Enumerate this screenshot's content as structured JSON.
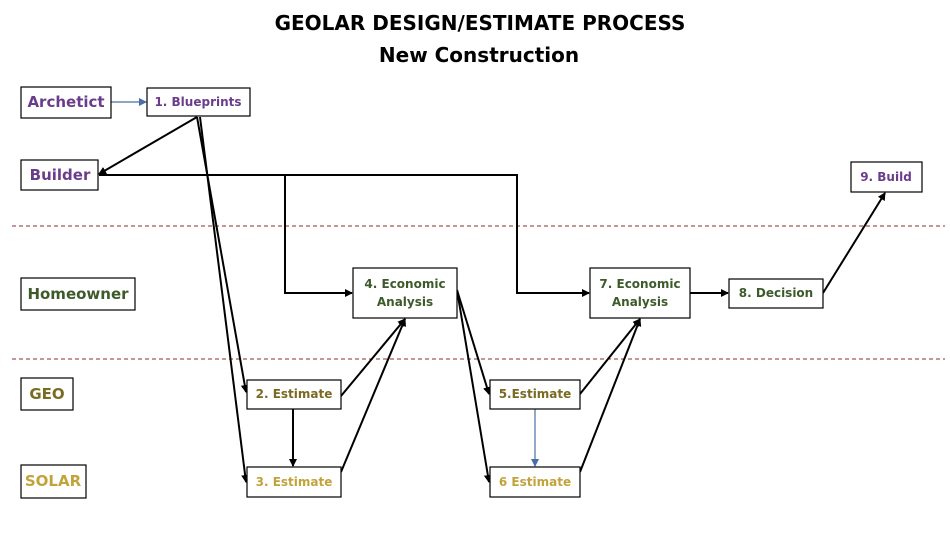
{
  "title": "GEOLAR DESIGN/ESTIMATE PROCESS",
  "subtitle": "New Construction",
  "roles": {
    "architect": "Archetict",
    "builder": "Builder",
    "homeowner": "Homeowner",
    "geo": "GEO",
    "solar": "SOLAR"
  },
  "steps": {
    "s1": "1. Blueprints",
    "s2": "2. Estimate",
    "s3": "3. Estimate",
    "s4a": "4. Economic",
    "s4b": "Analysis",
    "s5": "5.Estimate",
    "s6": "6 Estimate",
    "s7a": "7. Economic",
    "s7b": "Analysis",
    "s8": "8. Decision",
    "s9": "9. Build"
  },
  "colors": {
    "purple": "#6a3d8c",
    "green": "#3d5a2a",
    "olive": "#7a6a22",
    "gold": "#c2a33a",
    "divider": "#8b2d2d",
    "blue_arrow": "#4a6fa5"
  }
}
